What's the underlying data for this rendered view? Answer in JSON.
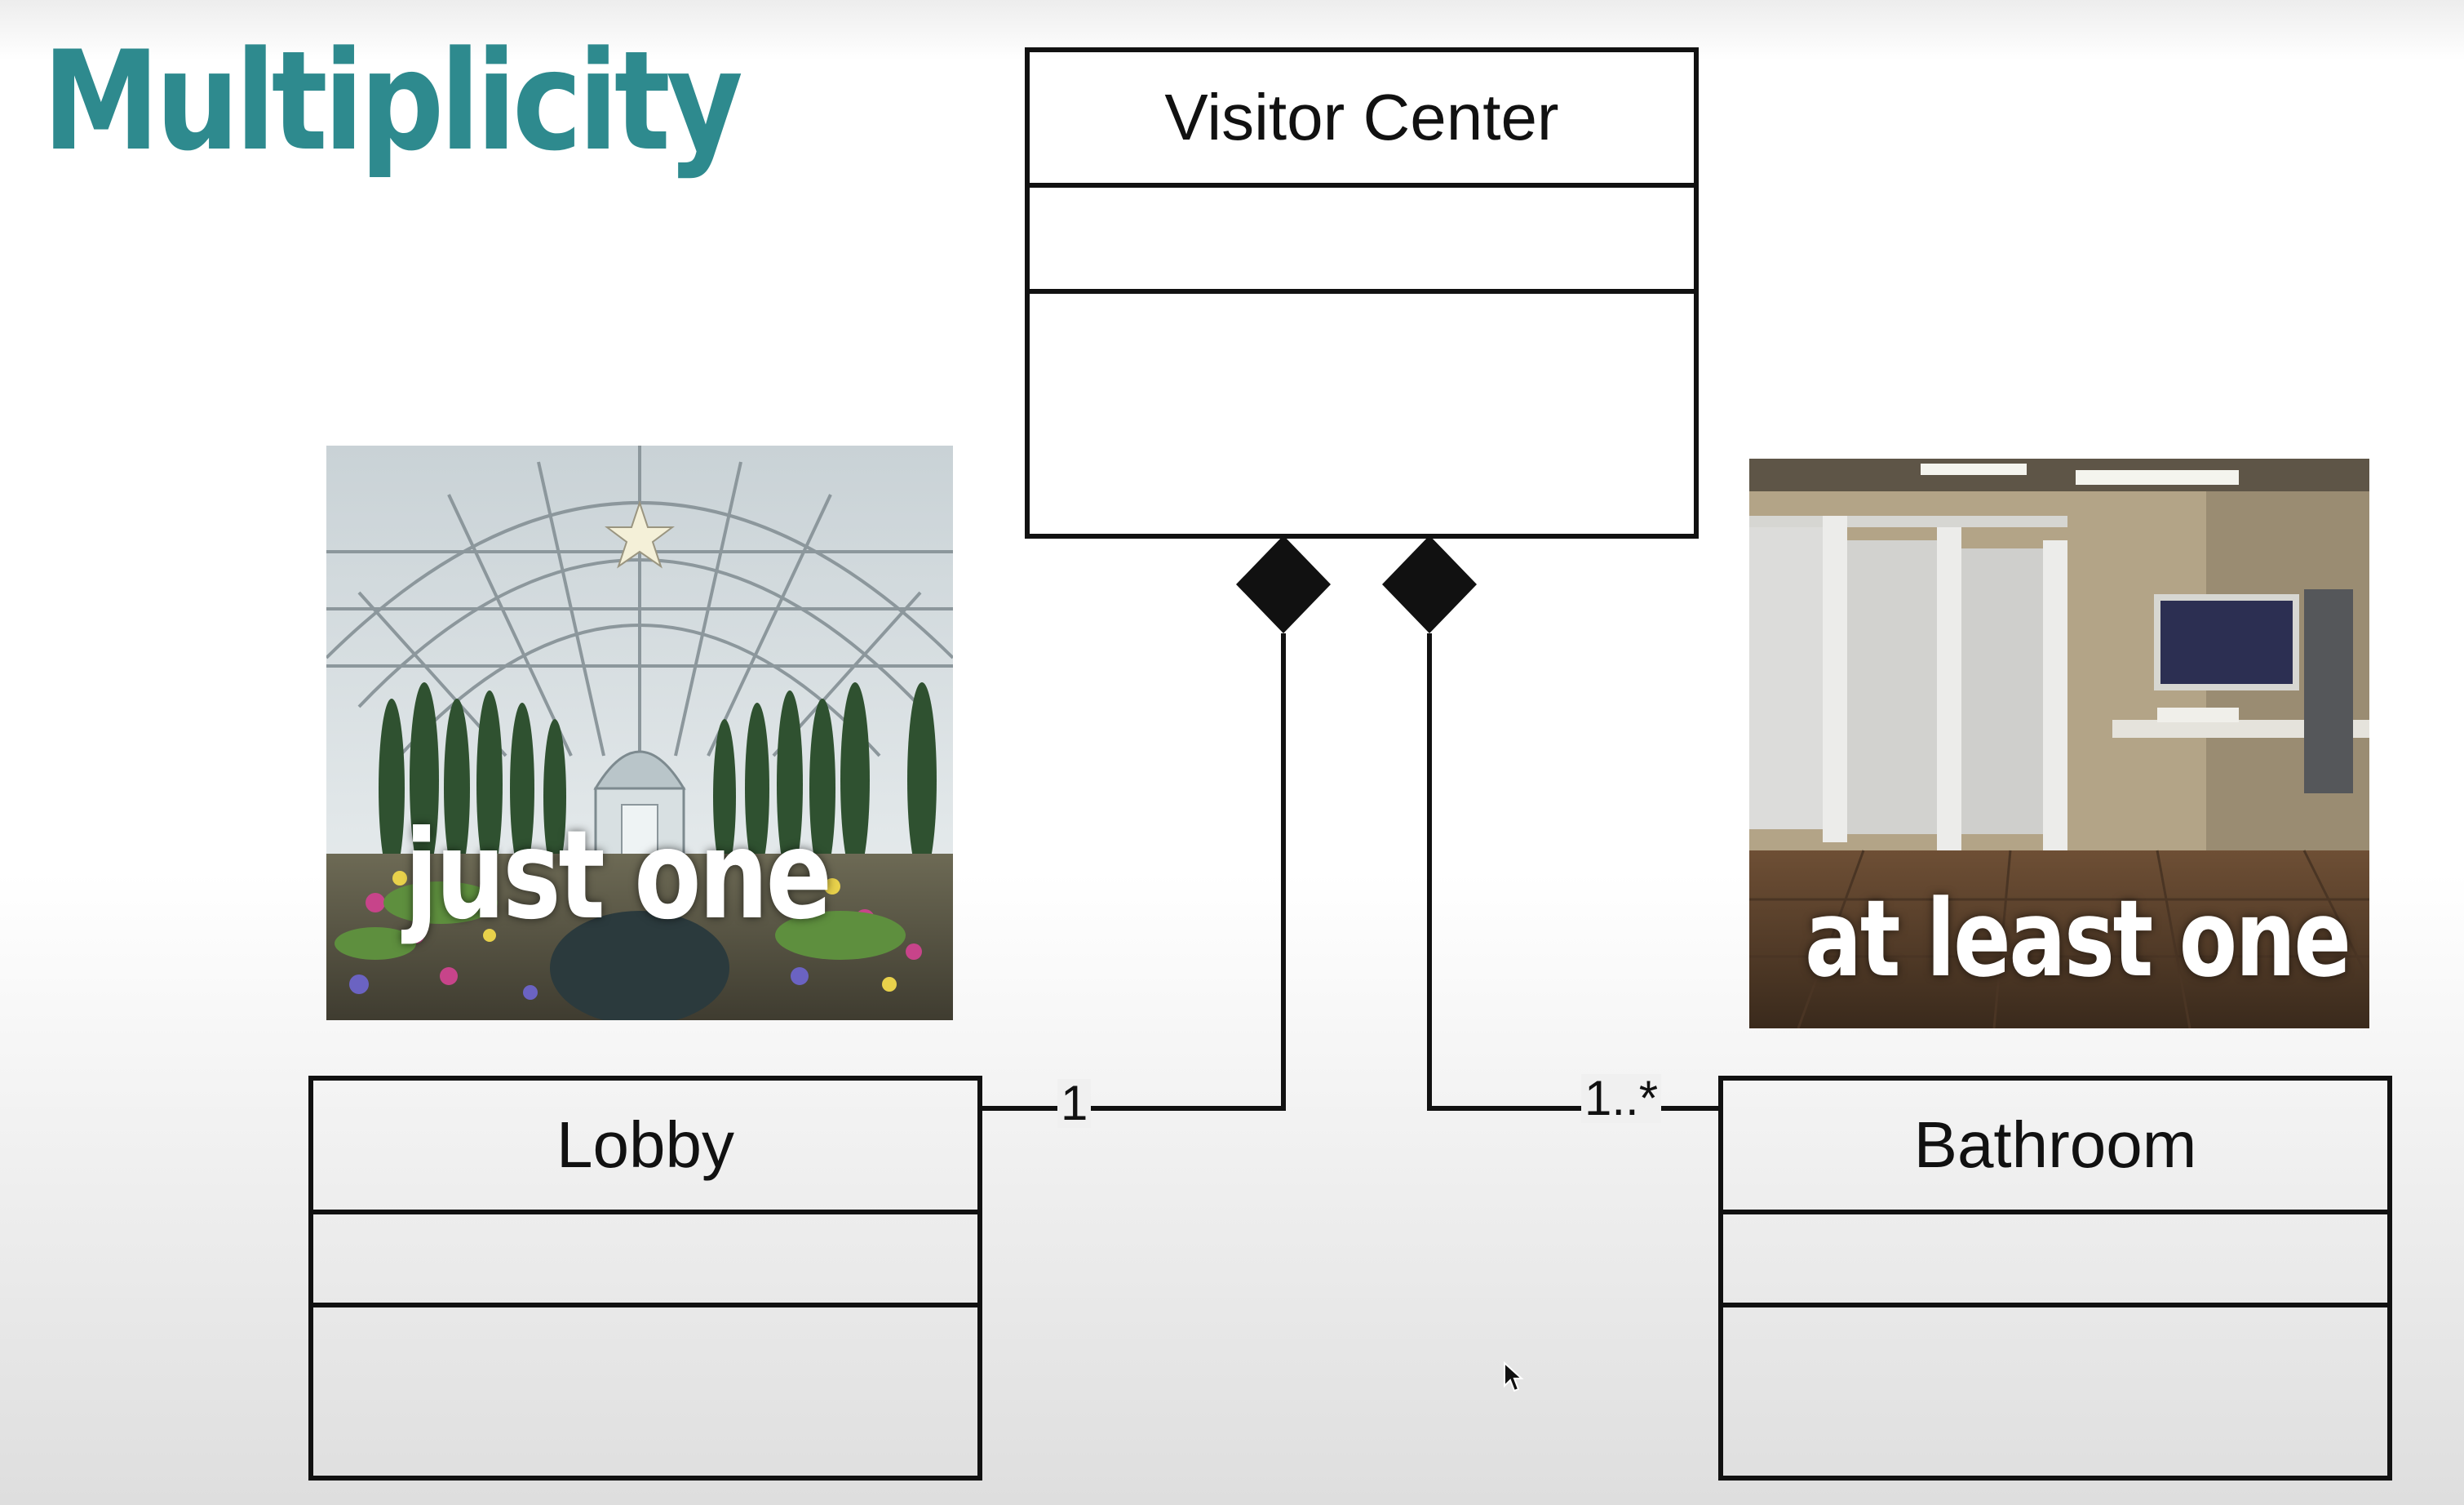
{
  "slide": {
    "title": "Multiplicity"
  },
  "classes": {
    "visitor_center": {
      "name": "Visitor Center"
    },
    "lobby": {
      "name": "Lobby"
    },
    "bathroom": {
      "name": "Bathroom"
    }
  },
  "associations": {
    "lobby": {
      "multiplicity": "1",
      "type": "composition"
    },
    "bathroom": {
      "multiplicity": "1..*",
      "type": "composition"
    }
  },
  "photos": {
    "lobby": {
      "caption": "just one",
      "subject": "conservatory-greenhouse-photo"
    },
    "bathroom": {
      "caption": "at least one",
      "subject": "public-restroom-photo"
    }
  },
  "colors": {
    "title": "#2e8a8e",
    "lines": "#111111"
  }
}
